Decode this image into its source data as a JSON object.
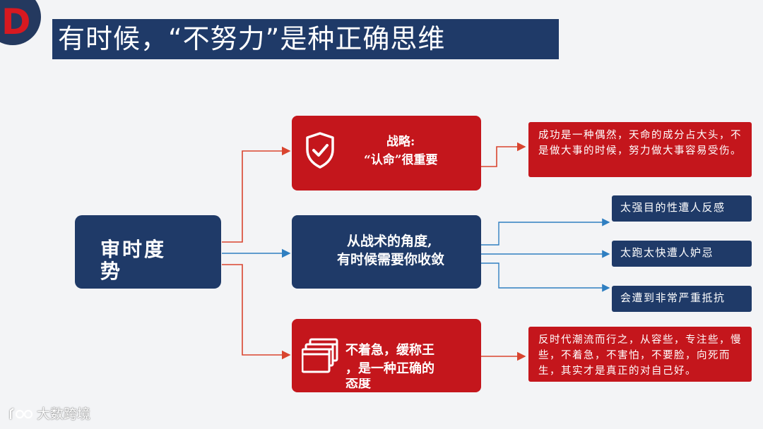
{
  "badge": {
    "letter": "D"
  },
  "title": "有时候，“不努力”是种正确思维",
  "center": {
    "line1": "审时度",
    "line2": "势"
  },
  "strategy": {
    "line1": "战略:",
    "line2": "“认命”很重要"
  },
  "tactics": {
    "line1": "从战术的角度,",
    "line2": "有时候需要你收敛"
  },
  "patience": {
    "line1": "不着急，缓称王",
    "line2": "，是一种正确的",
    "line3": "态度"
  },
  "notes": {
    "fate": "成功是一种偶然，天命的成分占大头，不是做大事的时候，努力做大事容易受伤。",
    "resentment": "太强目的性遭人反感",
    "envy": "太跑太快遭人妒忌",
    "resistance": "会遭到非常严重抵抗",
    "against_trend": "反时代潮流而行之，从容些，专注些，慢些，不着急，不害怕，不要脸，向死而生，其实才是真正的对自己好。"
  },
  "watermark": "大数跨境",
  "colors": {
    "navy": "#1f3a68",
    "red": "#c4161c",
    "blue_line": "#2f7fc1",
    "red_line": "#d9442f"
  },
  "icons": [
    "shield-check-icon",
    "browser-windows-icon",
    "watermark-logo-icon"
  ]
}
